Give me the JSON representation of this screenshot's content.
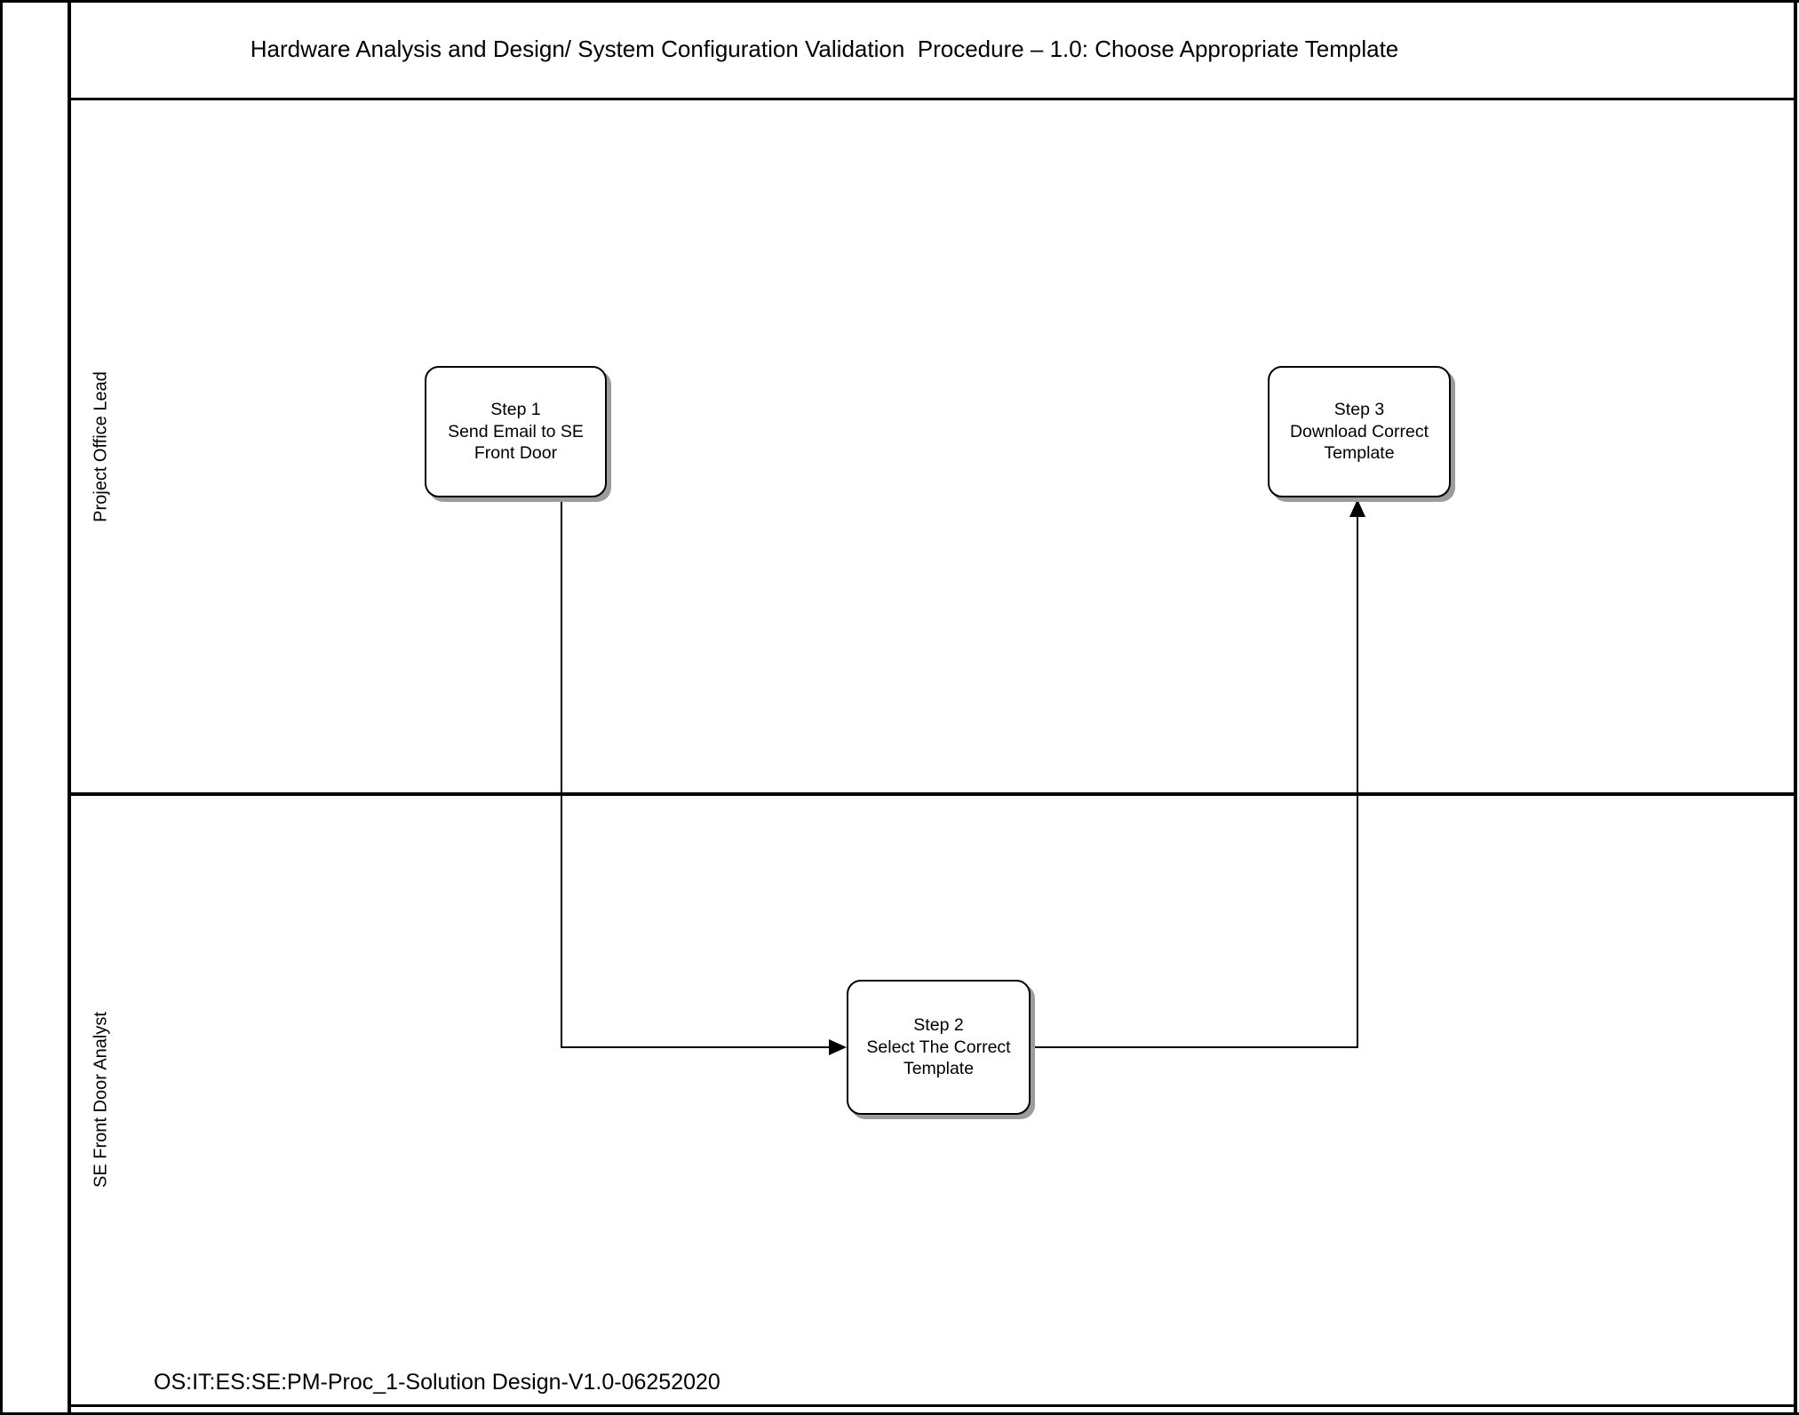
{
  "page": {
    "title": "Hardware Analysis and Design/ System Configuration Validation  Procedure – 1.0: Choose Appropriate Template",
    "footer": "OS:IT:ES:SE:PM-Proc_1-Solution Design-V1.0-06252020"
  },
  "lanes": [
    {
      "label": "Project Office Lead"
    },
    {
      "label": "SE Front Door Analyst"
    }
  ],
  "steps": [
    {
      "name": "step-1",
      "lane": "Project Office Lead",
      "label": "Step 1\nSend Email to SE\nFront Door"
    },
    {
      "name": "step-2",
      "lane": "SE Front Door Analyst",
      "label": "Step 2\nSelect The Correct\nTemplate"
    },
    {
      "name": "step-3",
      "lane": "Project Office Lead",
      "label": "Step 3\nDownload Correct\nTemplate"
    }
  ],
  "flow": [
    "Step 1 -> Step 2",
    "Step 2 -> Step 3"
  ],
  "colors": {
    "line": "#000000",
    "box_border": "#000000",
    "box_shadow": "#9c9c9c",
    "background": "#ffffff",
    "text": "#000000"
  }
}
